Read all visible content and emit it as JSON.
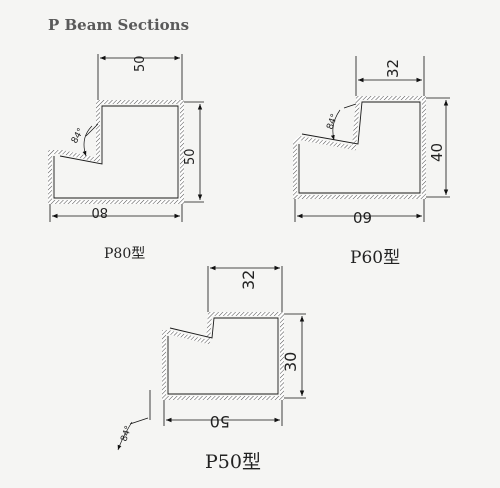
{
  "title": "P Beam Sections",
  "colors": {
    "line": "#1a1a1a",
    "hatch": "#555555",
    "background": "#f5f5f3"
  },
  "sections": [
    {
      "name": "P80",
      "caption": "P80型",
      "dim_top": "50",
      "dim_right": "50",
      "dim_bottom": "80",
      "angle": "84°"
    },
    {
      "name": "P60",
      "caption": "P60型",
      "dim_top": "32",
      "dim_right": "40",
      "dim_bottom": "60",
      "angle": "84°"
    },
    {
      "name": "P50",
      "caption": "P50型",
      "dim_top": "32",
      "dim_right": "30",
      "dim_bottom": "50",
      "angle": "84°"
    }
  ]
}
